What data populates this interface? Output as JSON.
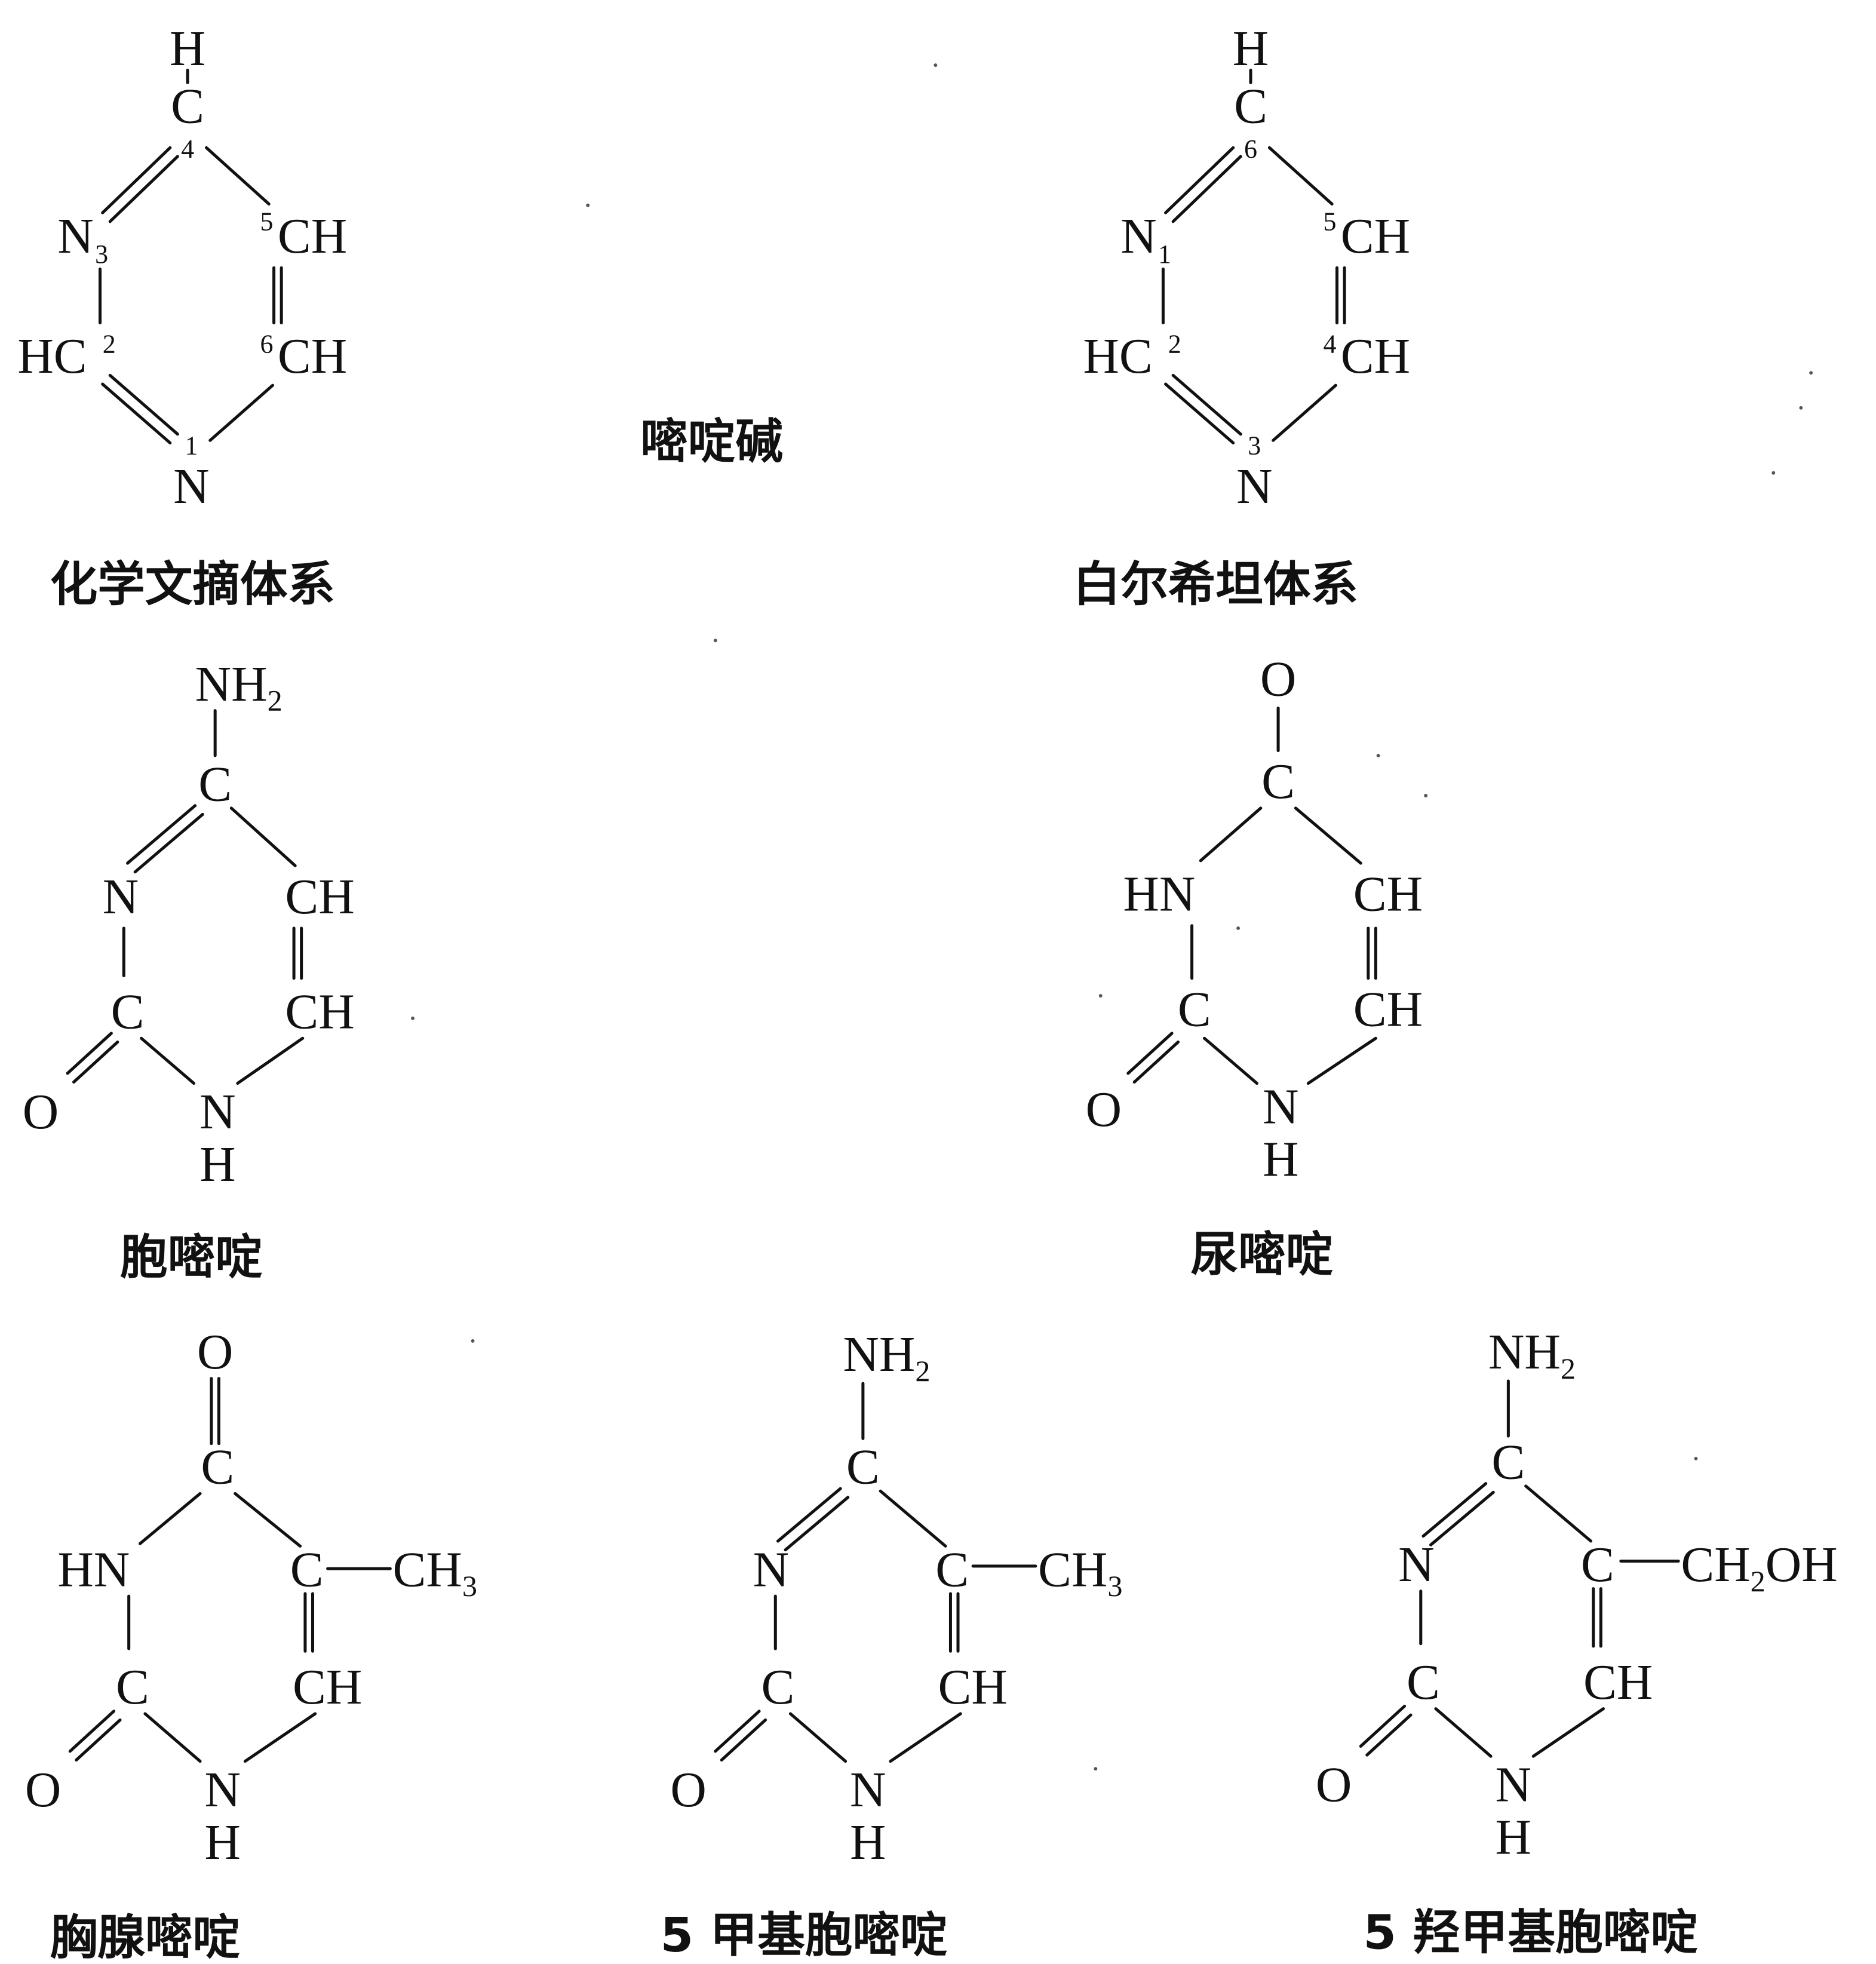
{
  "center_title": "嘧啶碱",
  "structures": {
    "ca": {
      "caption": "化学文摘体系",
      "h_top": "H",
      "c_top": "C",
      "n_left": "N",
      "n_left_sub": "3",
      "ch_upper": "CH",
      "hc_left": "HC",
      "ch_lower": "CH",
      "n_bottom": "N",
      "n_pos_top": "4",
      "n_pos_upper_right": "5",
      "n_pos_left": "2",
      "n_pos_lower_right": "6",
      "n_pos_bottom": "1"
    },
    "bz": {
      "caption": "白尔希坦体系",
      "h_top": "H",
      "c_top": "C",
      "n_left": "N",
      "n_left_sub": "1",
      "ch_upper": "CH",
      "hc_left": "HC",
      "ch_lower": "CH",
      "n_bottom": "N",
      "n_pos_top": "6",
      "n_pos_upper_right": "5",
      "n_pos_left": "2",
      "n_pos_lower_right": "4",
      "n_pos_bottom": "3"
    },
    "cytosine": {
      "caption": "胞嘧啶",
      "nh": "NH",
      "nh_sub": "2",
      "c_top": "C",
      "n_left": "N",
      "ch_upper": "CH",
      "c_lower": "C",
      "ch_lower": "CH",
      "o": "O",
      "n_bottom": "N",
      "h_bottom": "H"
    },
    "uracil": {
      "caption": "尿嘧啶",
      "o_top": "O",
      "c_top": "C",
      "hn_left": "HN",
      "ch_upper": "CH",
      "c_lower": "C",
      "ch_lower": "CH",
      "o": "O",
      "n_bottom": "N",
      "h_bottom": "H"
    },
    "thymine": {
      "caption": "胸腺嘧啶",
      "o_top": "O",
      "c_top": "C",
      "hn_left": "HN",
      "c_right": "C",
      "ch3": "CH",
      "ch3_sub": "3",
      "c_lower": "C",
      "ch_lower": "CH",
      "o": "O",
      "n_bottom": "N",
      "h_bottom": "H"
    },
    "methylcytosine": {
      "caption": "5 甲基胞嘧啶",
      "nh": "NH",
      "nh_sub": "2",
      "c_top": "C",
      "n_left": "N",
      "c_right": "C",
      "ch3": "CH",
      "ch3_sub": "3",
      "c_lower": "C",
      "ch_lower": "CH",
      "o": "O",
      "n_bottom": "N",
      "h_bottom": "H"
    },
    "hmcytosine": {
      "caption": "5 羟甲基胞嘧啶",
      "nh": "NH",
      "nh_sub": "2",
      "c_top": "C",
      "n_left": "N",
      "c_right": "C",
      "ch2oh_a": "CH",
      "ch2oh_sub": "2",
      "ch2oh_b": "OH",
      "c_lower": "C",
      "ch_lower": "CH",
      "o": "O",
      "n_bottom": "N",
      "h_bottom": "H"
    }
  }
}
